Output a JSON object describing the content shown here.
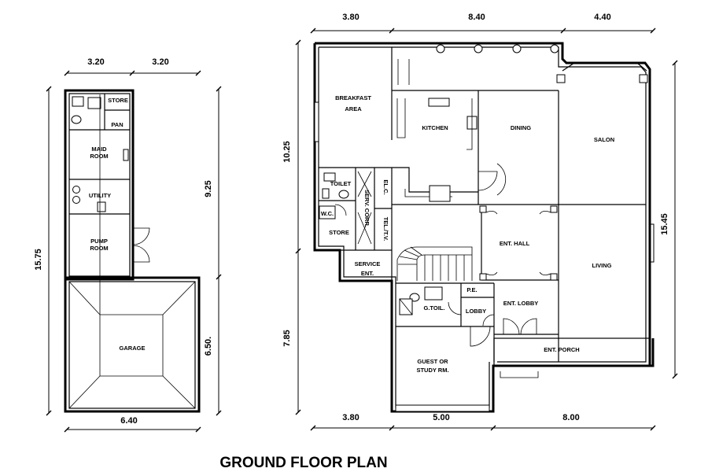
{
  "title": "GROUND FLOOR PLAN",
  "rooms": {
    "store_annex": "STORE",
    "pan": "PAN",
    "maid_room_1": "MAID",
    "maid_room_2": "ROOM",
    "utility": "UTILITY",
    "pump_room_1": "PUMP",
    "pump_room_2": "ROOM",
    "garage": "GARAGE",
    "breakfast_1": "BREAKFAST",
    "breakfast_2": "AREA",
    "kitchen": "KITCHEN",
    "dining": "DINING",
    "salon": "SALON",
    "toilet": "TOILET",
    "wc": "W.C.",
    "store": "STORE",
    "serv_corr": "SERV. CORR.",
    "elc": "EL.C.",
    "tel_tv": "TEL./T.V.",
    "service_ent_1": "SERVICE",
    "service_ent_2": "ENT.",
    "ent_hall": "ENT. HALL",
    "living": "LIVING",
    "g_toil": "G.TOIL.",
    "pe": "P.E.",
    "lobby": "LOBBY",
    "ent_lobby": "ENT. LOBBY",
    "ent_porch": "ENT. PORCH",
    "guest_1": "GUEST OR",
    "guest_2": "STUDY RM."
  },
  "dimensions": {
    "annex_top_left": "3.20",
    "annex_top_right": "3.20",
    "annex_left": "15.75",
    "annex_right_upper": "9.25",
    "annex_right_lower": "6.50.",
    "annex_bottom": "6.40",
    "main_top_1": "3.80",
    "main_top_2": "8.40",
    "main_top_3": "4.40",
    "main_left_upper": "10.25",
    "main_left_lower": "7.85",
    "main_right": "15.45",
    "main_bottom_1": "3.80",
    "main_bottom_2": "5.00",
    "main_bottom_3": "8.00"
  }
}
